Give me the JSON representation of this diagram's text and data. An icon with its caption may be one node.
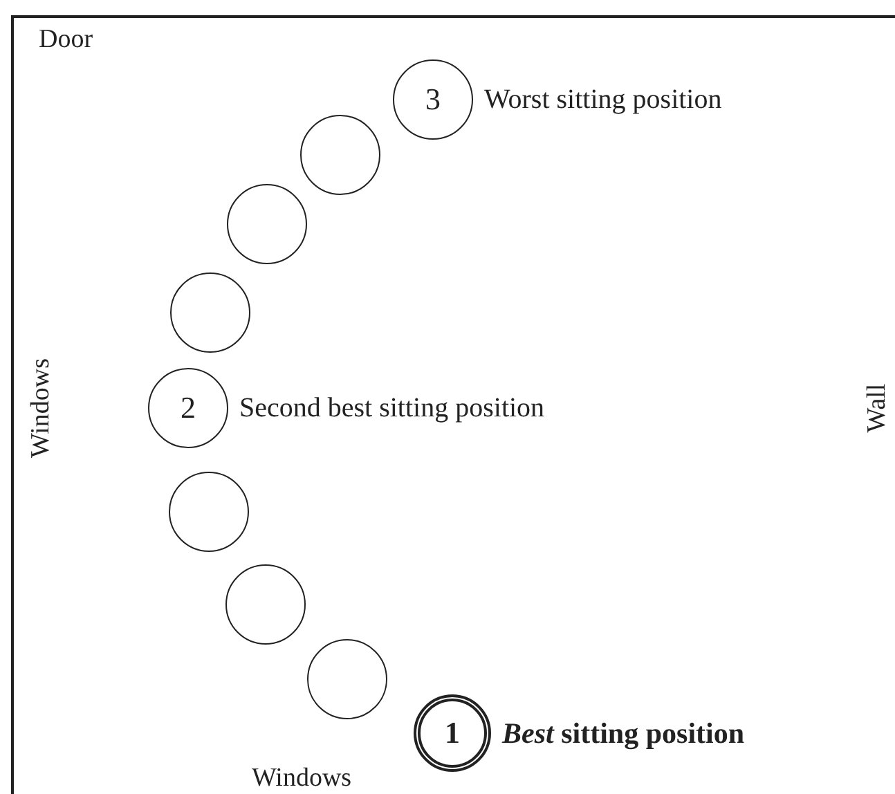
{
  "diagram": {
    "nodes": [
      {
        "text": [
          "3"
        ],
        "beside": [
          "Worst sitting position"
        ]
      },
      {
        "text": [],
        "shape": "circle"
      },
      {
        "text": [],
        "shape": "circle"
      },
      {
        "text": [],
        "shape": "circle"
      },
      {
        "text": [
          "2"
        ],
        "beside": [
          "Second best sitting position"
        ]
      },
      {
        "text": [],
        "shape": "circle"
      },
      {
        "text": [],
        "shape": "circle"
      },
      {
        "text": [],
        "shape": "circle"
      },
      {
        "text": [
          "1"
        ],
        "beside": [
          "*Best* sitting position"
        ]
      }
    ],
    "labels": [
      "Door",
      "Windows",
      "Wall",
      "Windows"
    ]
  }
}
